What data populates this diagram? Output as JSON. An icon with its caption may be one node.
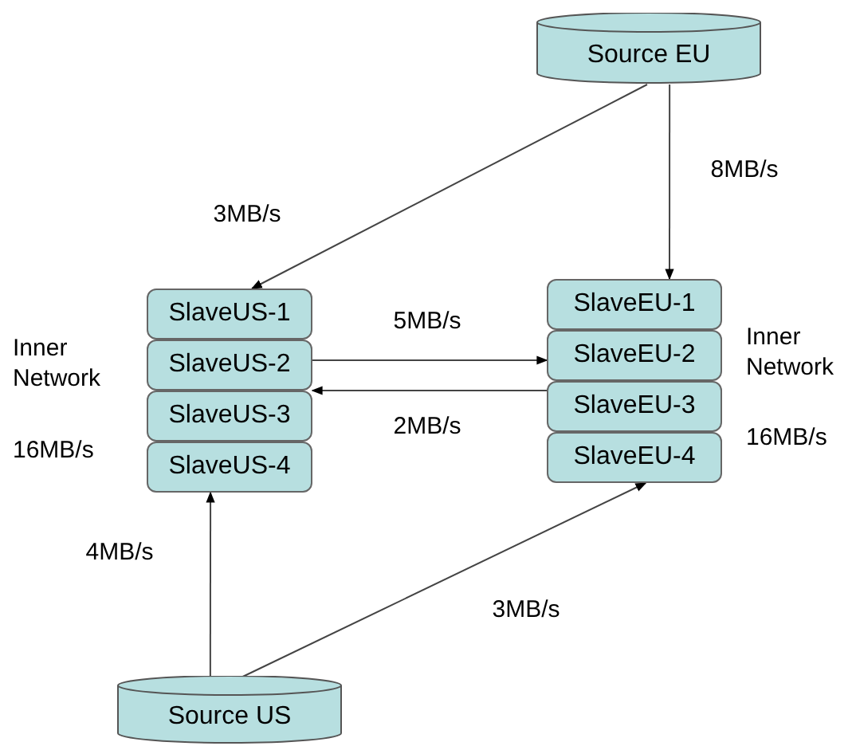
{
  "diagram": {
    "nodes": [
      {
        "text": [
          "Source EU"
        ]
      },
      {
        "text": [
          "SlaveUS-1"
        ]
      },
      {
        "text": [
          "SlaveUS-2"
        ]
      },
      {
        "text": [
          "SlaveUS-3"
        ]
      },
      {
        "text": [
          "SlaveUS-4"
        ]
      },
      {
        "text": [
          "SlaveEU-1"
        ]
      },
      {
        "text": [
          "SlaveEU-2"
        ]
      },
      {
        "text": [
          "SlaveEU-3"
        ]
      },
      {
        "text": [
          "SlaveEU-4"
        ]
      },
      {
        "text": [
          "Source US"
        ]
      }
    ],
    "edges": [
      {
        "from": 0,
        "to": 1,
        "arrow": "to",
        "label": "3MB/s"
      },
      {
        "from": 0,
        "to": 5,
        "arrow": "to",
        "label": "8MB/s"
      },
      {
        "from": 2,
        "to": 6,
        "arrow": "to",
        "label": "5MB/s"
      },
      {
        "from": 7,
        "to": 2,
        "arrow": "to",
        "label": "2MB/s"
      },
      {
        "from": 9,
        "to": 4,
        "arrow": "to",
        "label": "4MB/s"
      },
      {
        "from": 9,
        "to": 8,
        "arrow": "to",
        "label": "3MB/s"
      }
    ],
    "labels": [
      "Inner Network",
      "16MB/s",
      "Inner Network",
      "16MB/s"
    ]
  }
}
